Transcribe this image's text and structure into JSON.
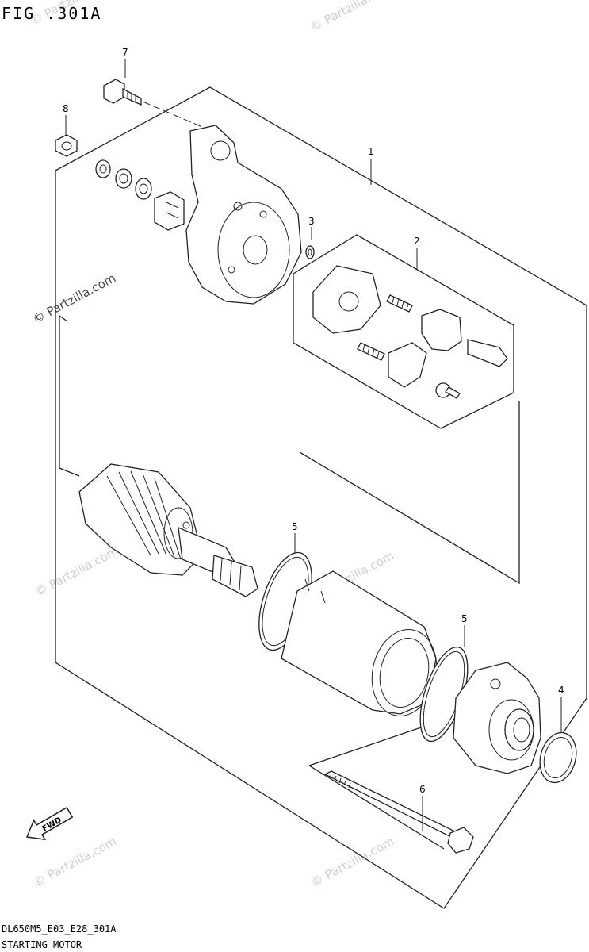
{
  "figure": {
    "title": "FIG .301A",
    "code": "DL650M5_E03_E28_301A",
    "caption": "STARTING MOTOR"
  },
  "watermark": "© Partzilla.com",
  "direction_arrow": {
    "label": "FWD",
    "icon": "fwd-arrow-icon"
  },
  "callouts": {
    "c1": "1",
    "c2": "2",
    "c3": "3",
    "c4": "4",
    "c5a": "5",
    "c5b": "5",
    "c6": "6",
    "c7": "7",
    "c8": "8"
  },
  "parts": [
    "bolt",
    "nut",
    "starter-motor-assembly",
    "brush-holder-set",
    "o-ring-small",
    "o-ring-large",
    "o-ring-end",
    "through-bolt",
    "armature",
    "yoke-housing",
    "front-end-cover",
    "rear-end-cover"
  ]
}
